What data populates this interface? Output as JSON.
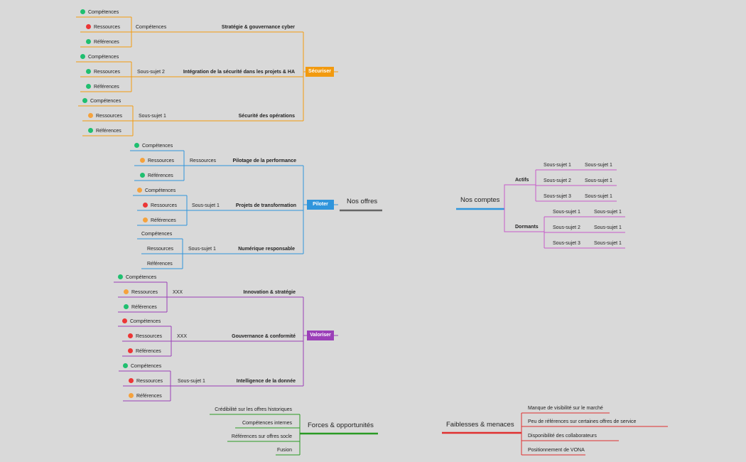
{
  "colors": {
    "orange": "#f29a0f",
    "blue": "#2f95dc",
    "purple": "#9b3fb8",
    "green": "#2a9a24",
    "red": "#e03030",
    "status_green": "#1fbf6f",
    "status_red": "#ec3636",
    "status_orange": "#f5a23c",
    "pink": "#c65ac9"
  },
  "labels": {
    "comp": "Compétences",
    "res": "Ressources",
    "ref": "Références"
  },
  "root": {
    "label": "Nos offres"
  },
  "branches": [
    {
      "label": "Sécuriser",
      "color": "orange",
      "topics": [
        {
          "label": "Stratégie & gouvernance cyber",
          "sub": "Compétences",
          "status": [
            "green",
            "red",
            "green"
          ]
        },
        {
          "label": "Intégration de la sécurité dans les projets & HA",
          "sub": "Sous-sujet 2",
          "status": [
            "green",
            "green",
            "green"
          ]
        },
        {
          "label": "Sécurité des opérations",
          "sub": "Sous-sujet 1",
          "status": [
            "green",
            "orange",
            "green"
          ]
        }
      ]
    },
    {
      "label": "Piloter",
      "color": "blue",
      "topics": [
        {
          "label": "Pilotage de la performance",
          "sub": "Ressources",
          "status": [
            "green",
            "orange",
            "green"
          ]
        },
        {
          "label": "Projets de transformation",
          "sub": "Sous-sujet 1",
          "status": [
            "orange",
            "red",
            "orange"
          ]
        },
        {
          "label": "Numérique responsable",
          "sub": "Sous-sujet 1",
          "status": [
            null,
            null,
            null
          ]
        }
      ]
    },
    {
      "label": "Valoriser",
      "color": "purple",
      "topics": [
        {
          "label": "Innovation & stratégie",
          "sub": "XXX",
          "status": [
            "green",
            "orange",
            "green"
          ]
        },
        {
          "label": "Gouvernance & conformité",
          "sub": "XXX",
          "status": [
            "red",
            "red",
            "red"
          ]
        },
        {
          "label": "Intelligence de la donnée",
          "sub": "Sous-sujet 1",
          "status": [
            "green",
            "red",
            "orange"
          ]
        }
      ]
    }
  ],
  "comptes": {
    "label": "Nos comptes",
    "groups": [
      {
        "label": "Actifs",
        "rows": [
          [
            "Sous-sujet 1",
            "Sous-sujet 1"
          ],
          [
            "Sous-sujet 2",
            "Sous-sujet 1"
          ],
          [
            "Sous-sujet 3",
            "Sous-sujet 1"
          ]
        ]
      },
      {
        "label": "Dormants",
        "rows": [
          [
            "Sous-sujet 1",
            "Sous-sujet 1"
          ],
          [
            "Sous-sujet 2",
            "Sous-sujet 1"
          ],
          [
            "Sous-sujet 3",
            "Sous-sujet 1"
          ]
        ]
      }
    ]
  },
  "forces": {
    "label": "Forces & opportunités",
    "items": [
      "Crédibilité sur les offres historiques",
      "Compétences internes",
      "Références sur offres socle",
      "Fusion"
    ]
  },
  "faiblesses": {
    "label": "Faiblesses & menaces",
    "items": [
      "Manque de visibilité sur le marché",
      "Peu de références sur certaines offres de service",
      "Disponibilité des collaborateurs",
      "Positionnement de VONA"
    ]
  }
}
